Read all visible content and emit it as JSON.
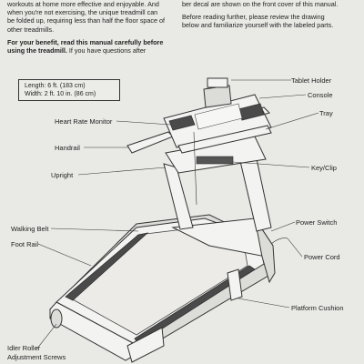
{
  "intro_left": {
    "lines": [
      "workouts at home more effective and enjoyable. And",
      "when you're not exercising, the unique treadmill can",
      "be folded up, requiring less than half the floor space of",
      "other treadmills."
    ],
    "notice_bold_1": "For your benefit, read this manual carefully before",
    "notice_bold_2": "using the treadmill.",
    "notice_rest": " If you have questions after"
  },
  "intro_right": {
    "line1": "ber decal are shown on the front cover of this manual.",
    "line2": "Before reading further, please review the drawing",
    "line3": "below and familiarize yourself with the labeled parts."
  },
  "dimensions": {
    "length": "Length: 6 ft. (183 cm)",
    "width": "Width:   2 ft. 10 in. (86 cm)"
  },
  "labels": {
    "tablet_holder": "Tablet Holder",
    "console": "Console",
    "tray": "Tray",
    "heart_rate_monitor": "Heart Rate Monitor",
    "handrail": "Handrail",
    "key_clip": "Key/Clip",
    "upright": "Upright",
    "power_switch": "Power Switch",
    "walking_belt": "Walking Belt",
    "foot_rail": "Foot Rail",
    "power_cord": "Power Cord",
    "platform_cushion": "Platform Cushion",
    "idler_roller_1": "Idler Roller",
    "idler_roller_2": "Adjustment Screws"
  }
}
